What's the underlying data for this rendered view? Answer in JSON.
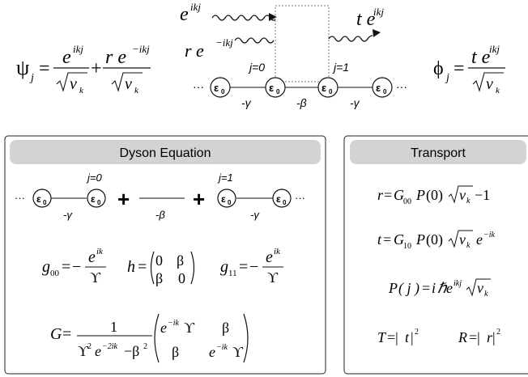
{
  "top": {
    "psi_lhs": "ψ",
    "psi_sub": "j",
    "incoming_label": "e",
    "incoming_sup": "ikj",
    "reflected_coef": "r e",
    "reflected_sup": "−ikj",
    "transmitted_coef": "t e",
    "transmitted_sup": "ikj",
    "site_left": "j=0",
    "site_right": "j=1",
    "coupling_left": "-γ",
    "coupling_mid": "-β",
    "coupling_right": "-γ",
    "node_label": "ε",
    "node_sub": "0",
    "ellipsis": "···",
    "phi_lhs": "ϕ",
    "phi_sub": "j",
    "e_ikj_num": "e",
    "e_ikj_sup": "ikj",
    "r_num": "r e",
    "r_sup": "−ikj",
    "t_num": "t e",
    "t_sup": "ikj",
    "v": "v",
    "k": "k",
    "plus": "+",
    "equals": "="
  },
  "dyson": {
    "title": "Dyson Equation",
    "site_left": "j=0",
    "site_right": "j=1",
    "coupling_left": "-γ",
    "coupling_mid": "-β",
    "coupling_right": "-γ",
    "plus": "+",
    "g00": "g",
    "g00_sub": "00",
    "g11": "g",
    "g11_sub": "11",
    "g_num": "e",
    "g_num_sup": "ik",
    "g_den": "ϒ",
    "h_lhs": "h",
    "h_matrix": [
      "0",
      "β",
      "β",
      "0"
    ],
    "G_lhs": "G",
    "G_num": "1",
    "G_den_a": "ϒ",
    "G_den_b": "2",
    "G_den_c": "e",
    "G_den_d": "−2ik",
    "G_den_e": "−β",
    "G_den_f": "2",
    "G_matrix": [
      "e",
      "−ik",
      "ϒ",
      "β",
      "β",
      "e",
      "−ik",
      "ϒ"
    ],
    "minus": "−",
    "equals": "="
  },
  "transport": {
    "title": "Transport",
    "r_eq": [
      "r",
      "=",
      "G",
      "00",
      "P",
      "(0)",
      "v",
      "k",
      "−1"
    ],
    "t_eq": [
      "t",
      "=",
      "G",
      "10",
      "P",
      "(0)",
      "v",
      "k",
      "e",
      "−ik"
    ],
    "P_eq": [
      "P",
      "( j )",
      "=",
      "i",
      "ℏ",
      "e",
      "ikj",
      "v",
      "k"
    ],
    "T_eq": [
      "T",
      "=|",
      "t",
      "|",
      "2"
    ],
    "R_eq": [
      "R",
      "=|",
      "r",
      "|",
      "2"
    ]
  }
}
